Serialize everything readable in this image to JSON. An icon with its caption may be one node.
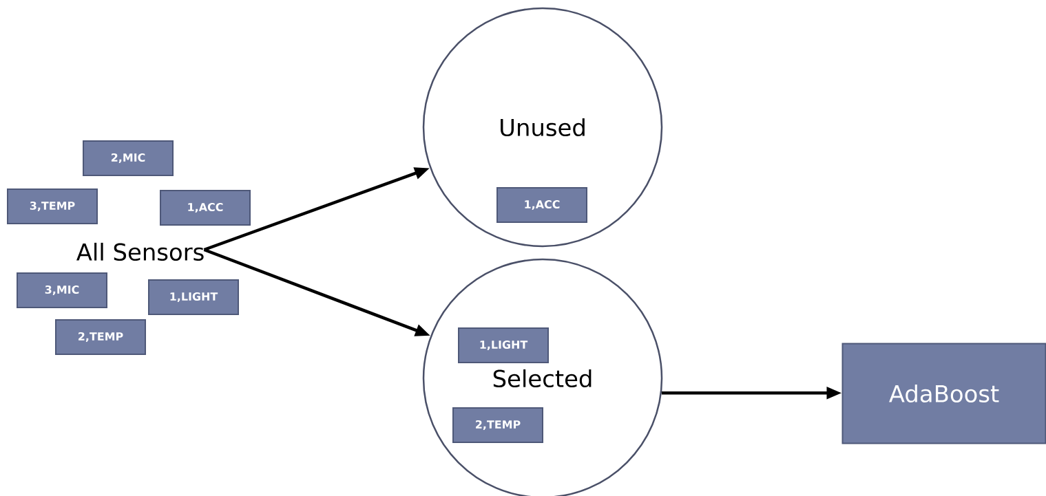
{
  "diagram": {
    "nodes": [
      {
        "text": [
          "2,MIC"
        ]
      },
      {
        "text": [
          "3,TEMP"
        ]
      },
      {
        "text": [
          "1,ACC"
        ]
      },
      {
        "text": [
          "All Sensors"
        ]
      },
      {
        "text": [
          "3,MIC"
        ]
      },
      {
        "text": [
          "1,LIGHT"
        ]
      },
      {
        "text": [
          "2,TEMP"
        ]
      },
      {
        "text": [
          "Unused"
        ]
      },
      {
        "text": [
          "1,ACC"
        ],
        "in": 7
      },
      {
        "text": [
          "Selected"
        ]
      },
      {
        "text": [
          "1,LIGHT"
        ],
        "in": 9
      },
      {
        "text": [
          "2,TEMP"
        ],
        "in": 9
      },
      {
        "text": [
          "AdaBoost"
        ]
      }
    ],
    "edges": [
      {
        "from": 3,
        "to": 7,
        "arrow": "to"
      },
      {
        "from": 3,
        "to": 9,
        "arrow": "to"
      },
      {
        "from": 9,
        "to": 12,
        "arrow": "to"
      }
    ]
  }
}
